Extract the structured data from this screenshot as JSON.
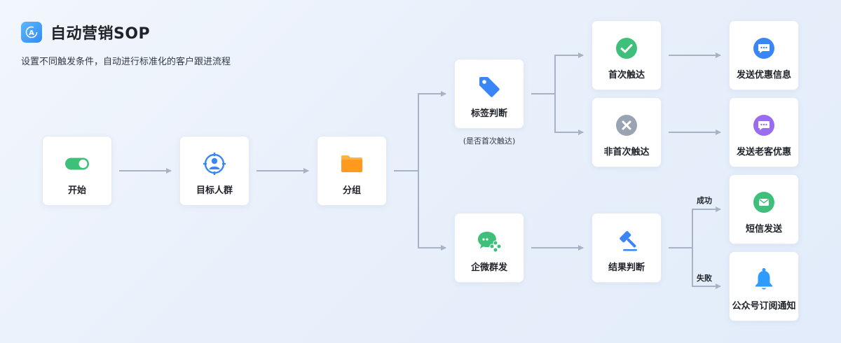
{
  "header": {
    "title": "自动营销SOP",
    "subtitle": "设置不同触发条件，自动进行标准化的客户跟进流程"
  },
  "nodes": {
    "start": "开始",
    "audience": "目标人群",
    "group": "分组",
    "tag": "标签判断",
    "tag_note": "(是否首次触达)",
    "wecom": "企微群发",
    "first": "首次触达",
    "not_first": "非首次触达",
    "result": "结果判断",
    "send_offer": "发送优惠信息",
    "send_old": "发送老客优惠",
    "sms": "短信发送",
    "notify": "公众号订阅通知"
  },
  "edges": {
    "success": "成功",
    "fail": "失败"
  },
  "colors": {
    "line": "#a8b2c5",
    "toggle": "#3ec07b",
    "blue": "#3a86f7",
    "folder": "#ff9a1f",
    "purple": "#9a6cf0",
    "gray": "#9aa3b2"
  },
  "icons": {
    "app": "app-logo-icon",
    "start": "toggle-icon",
    "audience": "target-person-icon",
    "group": "folder-icon",
    "tag": "tag-icon",
    "wecom": "wecom-chat-icon",
    "first": "check-circle-icon",
    "not_first": "close-circle-icon",
    "result": "gavel-icon",
    "send_offer": "message-icon",
    "send_old": "message-icon",
    "sms": "mail-icon",
    "notify": "bell-icon"
  }
}
